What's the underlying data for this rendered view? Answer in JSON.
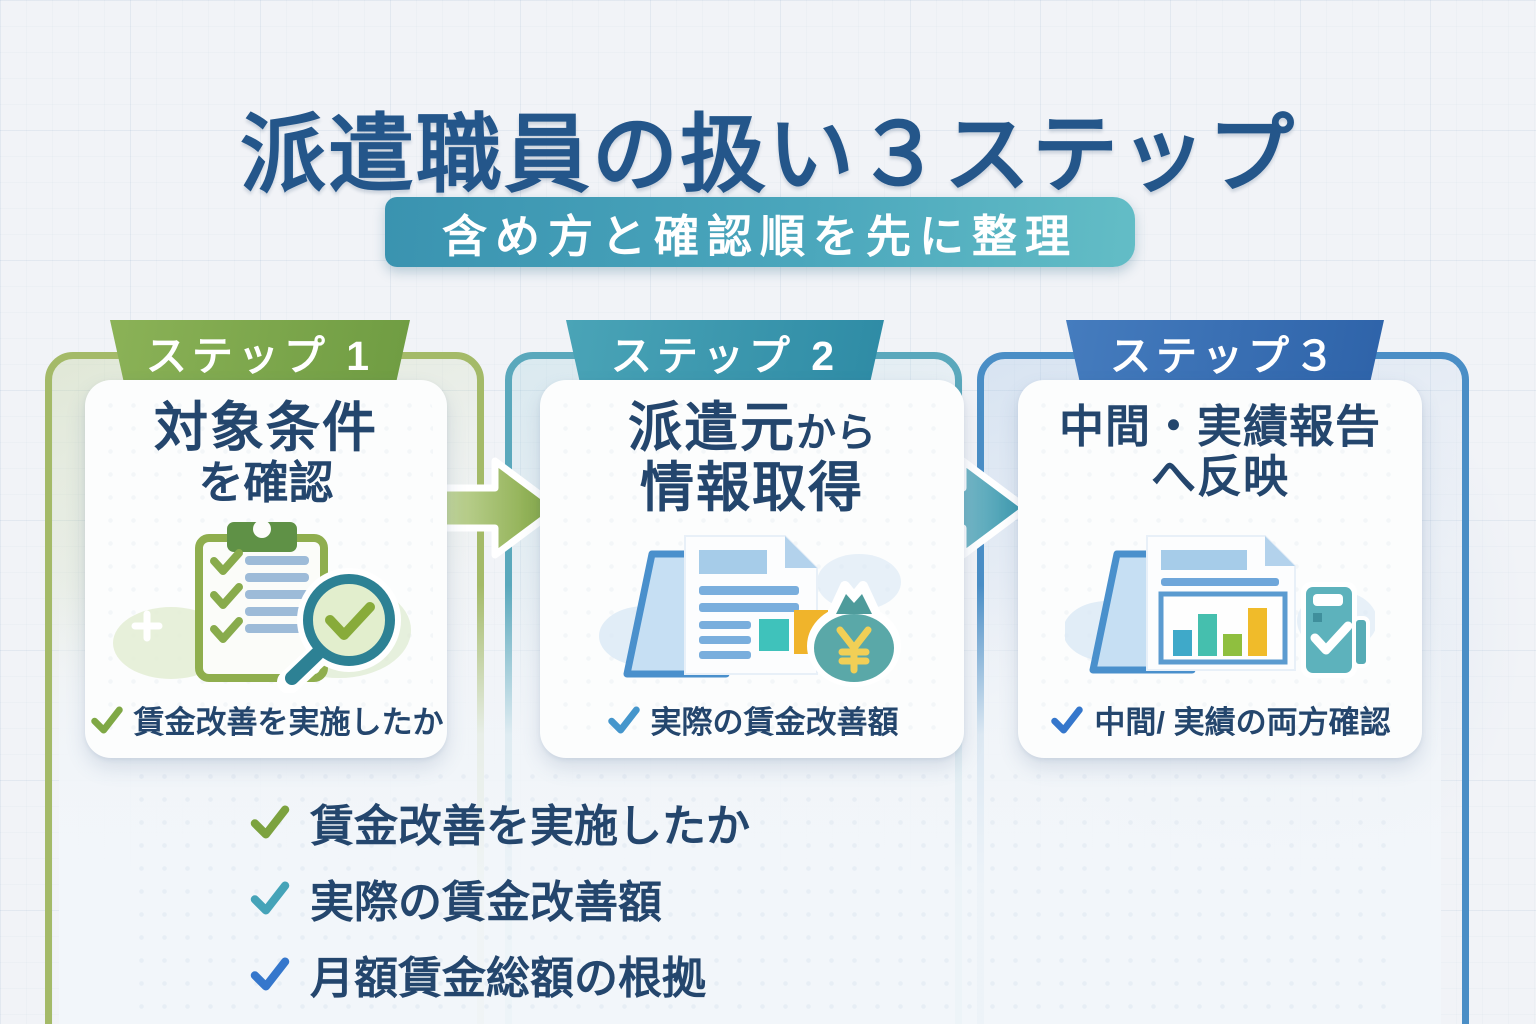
{
  "header": {
    "title": "派遣職員の扱い３ステップ",
    "subtitle": "含め方と確認順を先に整理"
  },
  "steps": [
    {
      "banner": "ステップ 1",
      "title_line1": "対象条件",
      "title_line2": "を確認",
      "icon": "clipboard-checklist-magnifier-icon",
      "check_label": "賃金改善を実施したか",
      "check_color": "#7fa845",
      "accent_color": "#7fa84c"
    },
    {
      "banner": "ステップ 2",
      "title_main": "派遣元",
      "title_suffix": "から",
      "title_line2": "情報取得",
      "icon": "document-yen-moneybag-icon",
      "check_label": "実際の賃金改善額",
      "check_color": "#4596cc",
      "accent_color": "#3e9ab0"
    },
    {
      "banner": "ステップ３",
      "title_line1": "中間・実績報告",
      "title_line2": "へ反映",
      "icon": "report-barchart-calculator-icon",
      "check_label": "中間/ 実績の両方確認",
      "check_color": "#3577cc",
      "accent_color": "#3a72b4"
    }
  ],
  "summary": {
    "items": [
      {
        "label": "賃金改善を実施したか",
        "check_color": "#7ca23f"
      },
      {
        "label": "実際の賃金改善額",
        "check_color": "#45a3b8"
      },
      {
        "label": "月額賃金総額の根拠",
        "check_color": "#3577cc"
      }
    ]
  },
  "arrows": [
    {
      "name": "arrow-step1-to-step2",
      "gradient_from": "#dde9c0",
      "gradient_to": "#7fa43c"
    },
    {
      "name": "arrow-step2-to-step3",
      "gradient_from": "#d2e9ee",
      "gradient_to": "#3897ad"
    }
  ],
  "colors": {
    "background": "#f1f3f7",
    "title_navy": "#24568a",
    "text_navy": "#24466d",
    "step1_green": "#7fa84c",
    "step2_teal": "#3e9ab0",
    "step3_blue": "#3a72b4",
    "subtitle_gradient_start": "#3a93b0",
    "subtitle_gradient_end": "#63bdc6"
  }
}
